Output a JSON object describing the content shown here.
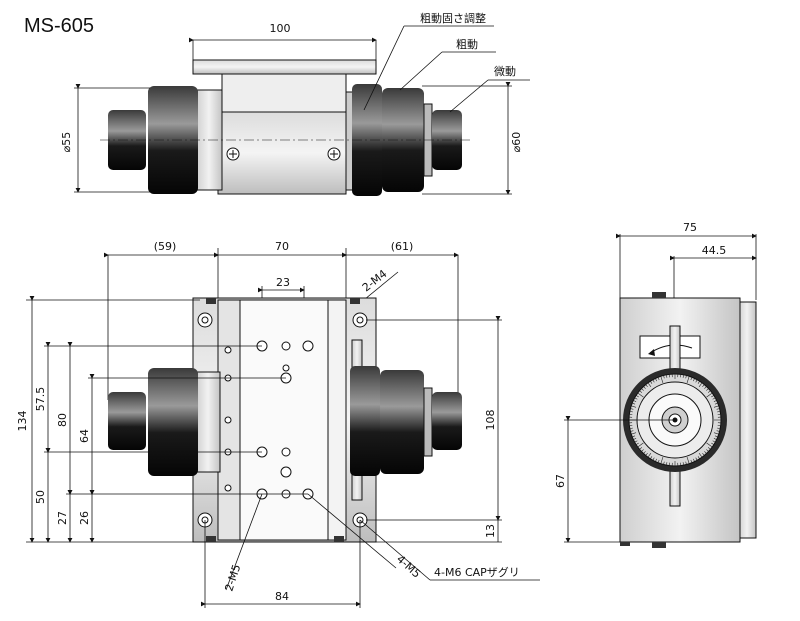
{
  "title": "MS-605",
  "callouts": {
    "rough_lock": "粗動固さ調整",
    "rough": "粗動",
    "fine": "微動"
  },
  "top_view": {
    "width_100": "100",
    "dia_55": "⌀55",
    "dia_60": "⌀60"
  },
  "front_view": {
    "d59": "(59)",
    "d70": "70",
    "d61": "(61)",
    "d23": "23",
    "m4": "2-M4",
    "d134": "134",
    "d57_5": "57.5",
    "d80": "80",
    "d64": "64",
    "d50": "50",
    "d27": "27",
    "d26": "26",
    "d108": "108",
    "d13": "13",
    "d84": "84",
    "m5_left": "2-M5",
    "m5_right": "4-M5",
    "cap": "4-M6 CAPザグリ"
  },
  "side_view": {
    "d75": "75",
    "d44_5": "44.5",
    "d67": "67"
  }
}
